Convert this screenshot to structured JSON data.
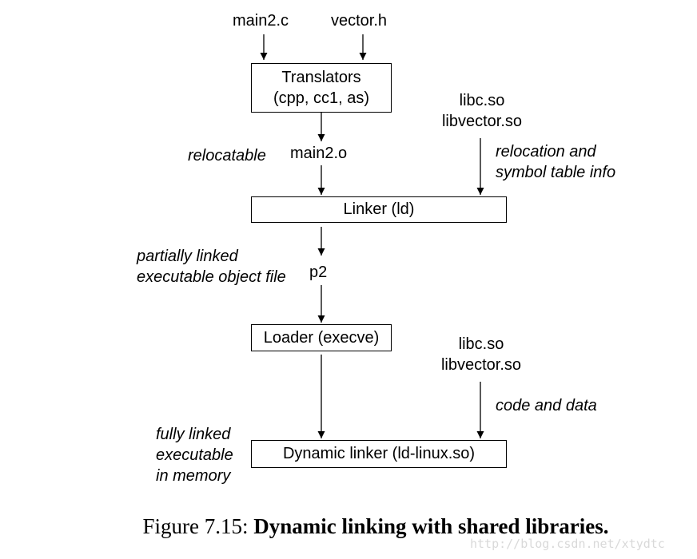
{
  "inputs": {
    "source": "main2.c",
    "header": "vector.h"
  },
  "translators": {
    "line1": "Translators",
    "line2": "(cpp, cc1, as)"
  },
  "libs_top": {
    "line1": "libc.so",
    "line2": "libvector.so"
  },
  "relocatable_label": "relocatable",
  "object_file": "main2.o",
  "reloc_info": {
    "line1": "relocation and",
    "line2": "symbol  table info"
  },
  "linker": "Linker (ld)",
  "partial": {
    "line1": "partially linked",
    "line2": "executable object file"
  },
  "p2": "p2",
  "loader": "Loader (execve)",
  "libs_bottom": {
    "line1": "libc.so",
    "line2": "libvector.so"
  },
  "code_data": "code and data",
  "fully": {
    "line1": "fully linked",
    "line2": "executable",
    "line3": "in memory"
  },
  "dynamic_linker": "Dynamic linker (ld-linux.so)",
  "caption": {
    "prefix": "Figure 7.15:",
    "title": "Dynamic linking with shared libraries."
  },
  "watermark": "http://blog.csdn.net/xtydtc"
}
